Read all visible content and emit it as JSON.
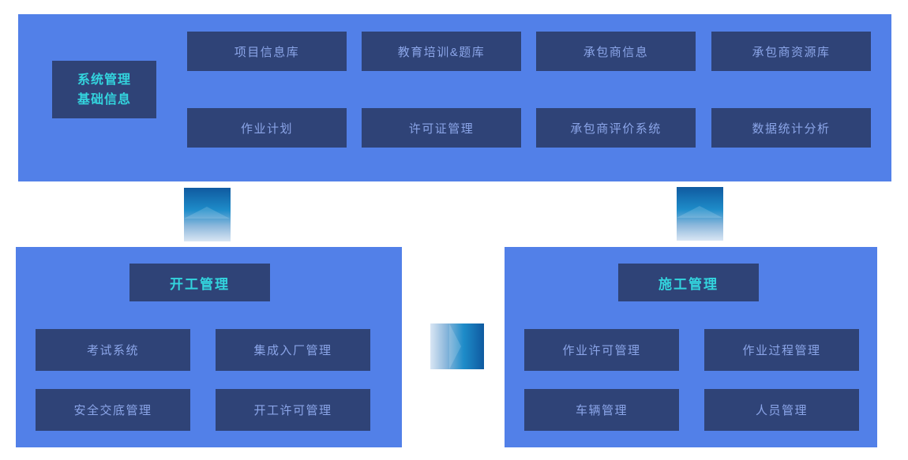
{
  "colors": {
    "panel_blue": "#5280e8",
    "node_dark_blue": "#2f4377",
    "accent_cyan": "#33d4de",
    "label_periwinkle": "#8ba5e8",
    "connector_gradient_dark": "#0f5aa0",
    "connector_gradient_light": "#d9e6f4",
    "background": "#ffffff"
  },
  "top_panel": {
    "title_lines": [
      "系统管理",
      "基础信息"
    ],
    "modules_row1": [
      "项目信息库",
      "教育培训&题库",
      "承包商信息",
      "承包商资源库"
    ],
    "modules_row2": [
      "作业计划",
      "许可证管理",
      "承包商评价系统",
      "数据统计分析"
    ]
  },
  "left_panel": {
    "title": "开工管理",
    "modules_row1": [
      "考试系统",
      "集成入厂管理"
    ],
    "modules_row2": [
      "安全交底管理",
      "开工许可管理"
    ]
  },
  "right_panel": {
    "title": "施工管理",
    "modules_row1": [
      "作业许可管理",
      "作业过程管理"
    ],
    "modules_row2": [
      "车辆管理",
      "人员管理"
    ]
  }
}
